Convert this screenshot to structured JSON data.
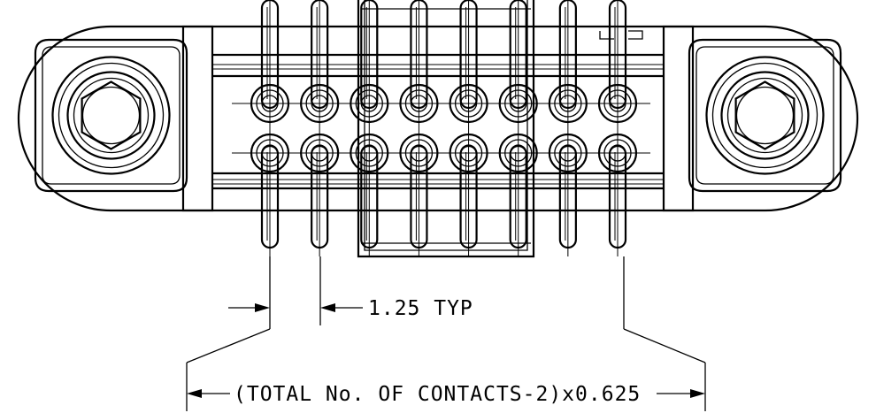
{
  "drawing": {
    "pitch_label": "1.25 TYP",
    "overall_label": "(TOTAL No. OF CONTACTS-2)x0.625",
    "contact_rows": 2,
    "contacts_per_row": 8
  }
}
